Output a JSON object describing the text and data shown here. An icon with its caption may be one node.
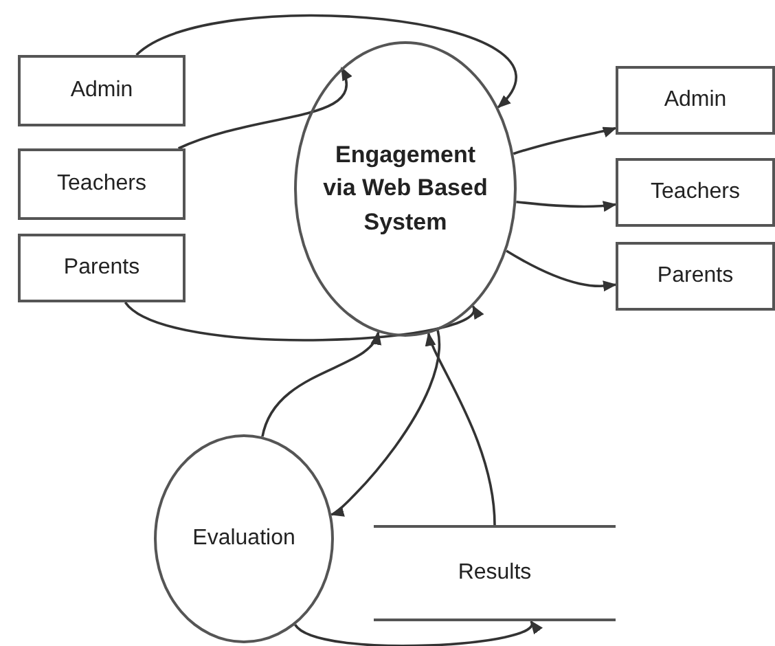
{
  "diagram": {
    "nodes": [
      {
        "text": [
          "Admin"
        ]
      },
      {
        "text": [
          "Teachers"
        ]
      },
      {
        "text": [
          "Parents"
        ]
      },
      {
        "text": [
          "Engagement via Web Based System"
        ]
      },
      {
        "text": [
          "Admin"
        ]
      },
      {
        "text": [
          "Teachers"
        ]
      },
      {
        "text": [
          "Parents"
        ]
      },
      {
        "text": [
          "Evaluation"
        ]
      },
      {
        "text": [
          "Results"
        ]
      }
    ],
    "edges": [
      {
        "from": 0,
        "to": 3,
        "arrow": "to"
      },
      {
        "from": 1,
        "to": 3,
        "arrow": "to"
      },
      {
        "from": 2,
        "to": 3,
        "arrow": "to"
      },
      {
        "from": 3,
        "to": 4,
        "arrow": "to"
      },
      {
        "from": 3,
        "to": 5,
        "arrow": "to"
      },
      {
        "from": 3,
        "to": 6,
        "arrow": "to"
      },
      {
        "from": 7,
        "to": 3,
        "arrow": "to"
      },
      {
        "from": 3,
        "to": 7,
        "arrow": "to"
      },
      {
        "from": 7,
        "to": 8,
        "arrow": "to"
      },
      {
        "from": 8,
        "to": 3,
        "arrow": "to"
      }
    ]
  }
}
